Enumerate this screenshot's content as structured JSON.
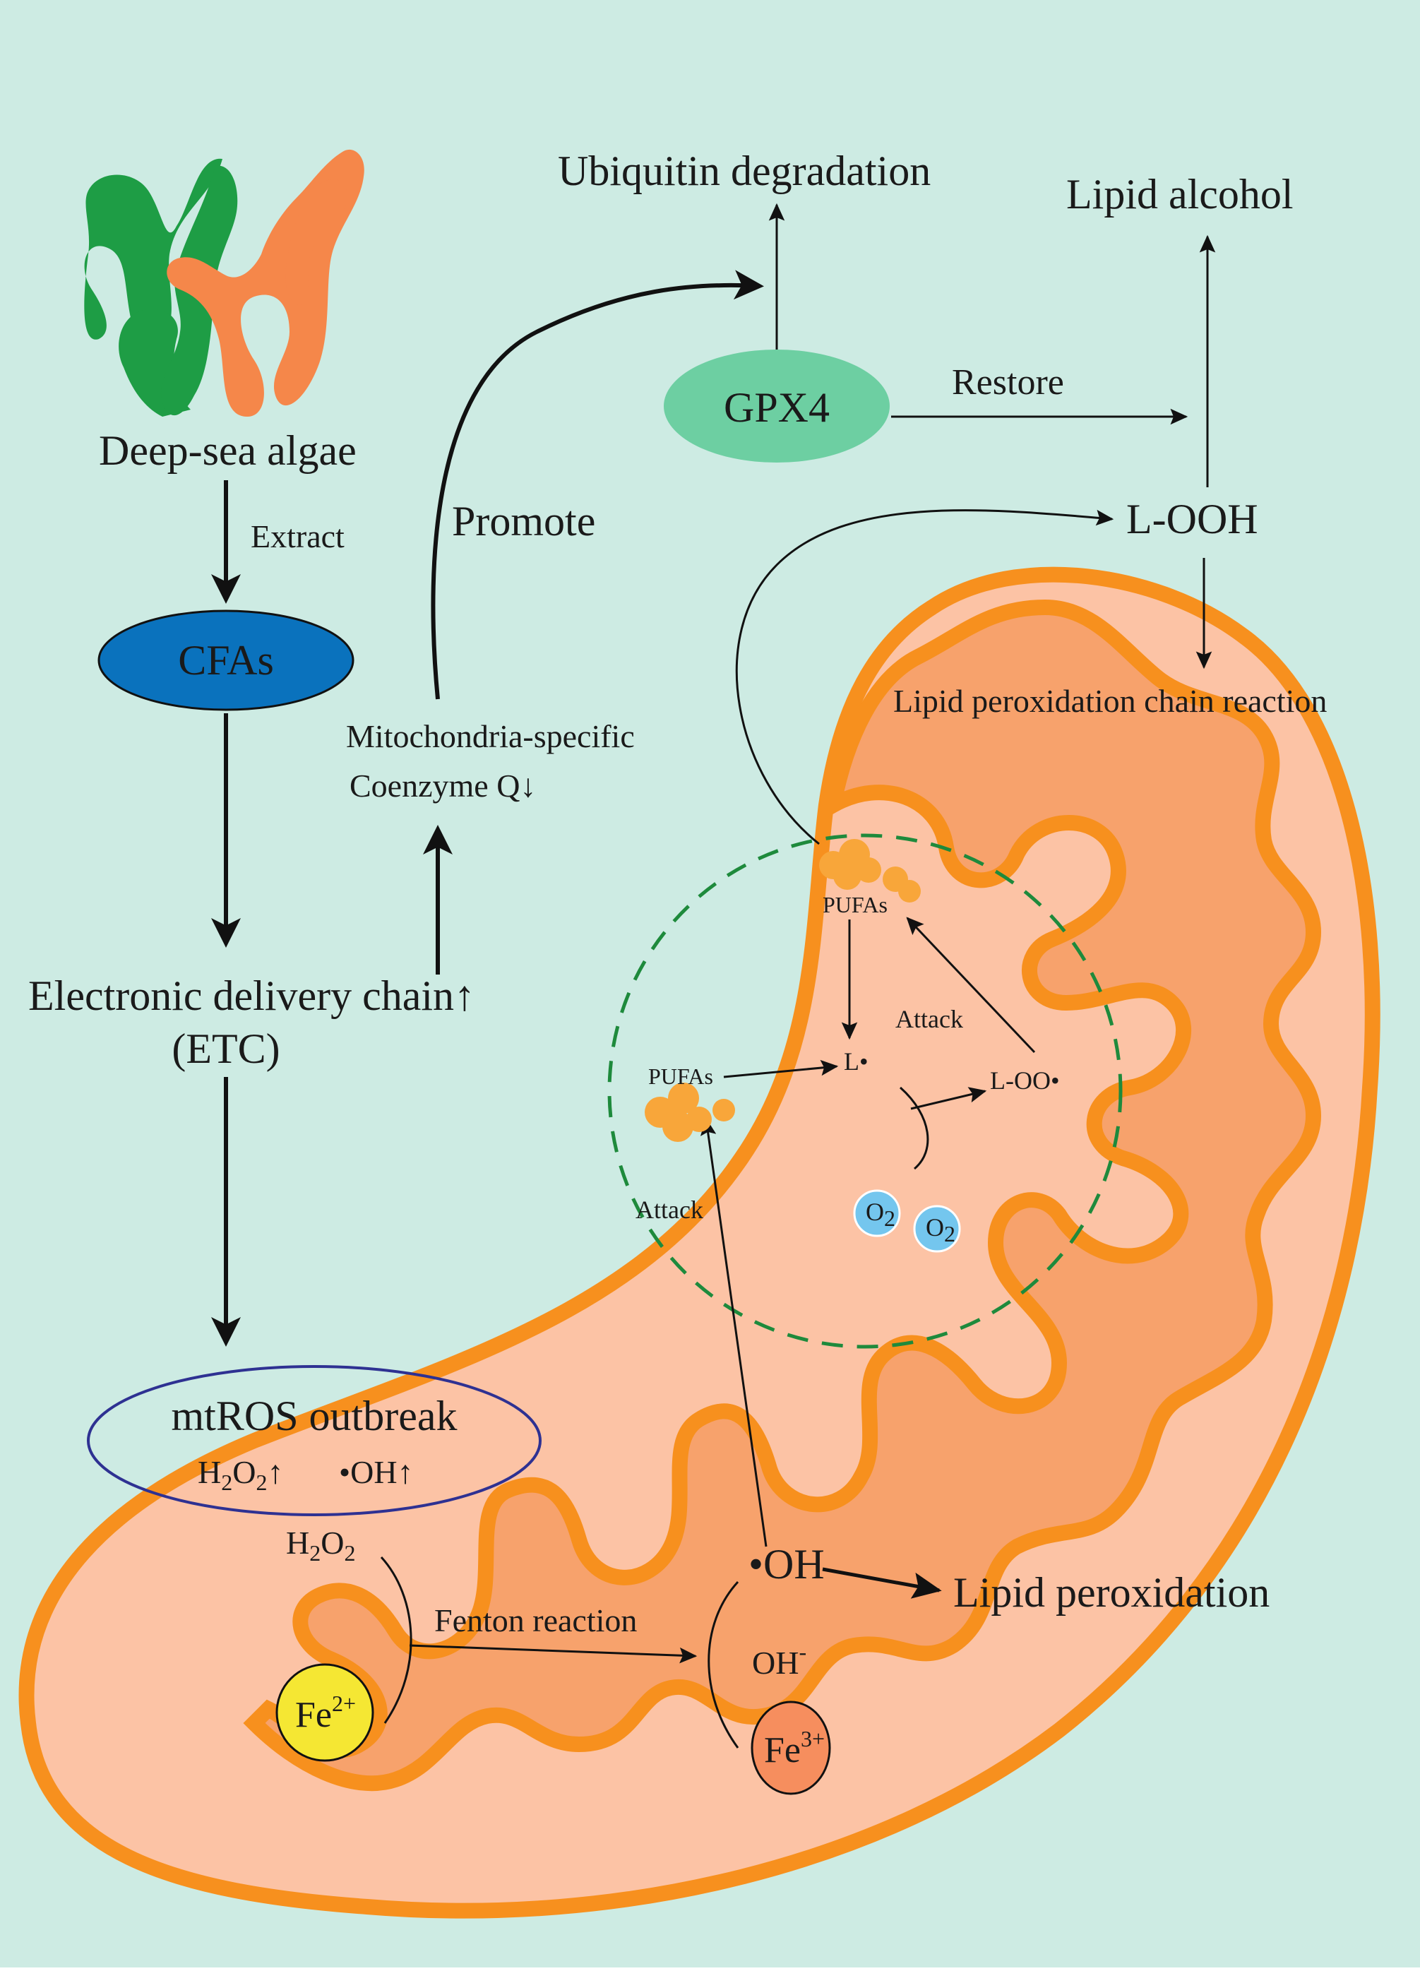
{
  "colors": {
    "background": "#cdebe3",
    "cell_fill": "#fcc3a5",
    "cell_stroke": "#f7901e",
    "cristae_fill": "#f7a26c",
    "algae_green": "#1e9d45",
    "algae_orange": "#f5874a",
    "cfas_fill": "#0a72bd",
    "gpx4_fill": "#6dcfa2",
    "mtros_ellipse": "#2e3192",
    "dashed_circle": "#1e8a3c",
    "fe2_fill": "#f5e733",
    "fe3_fill": "#f68e5e",
    "o2_fill": "#74c6ee",
    "pufa_fill": "#f8a63a"
  },
  "labels": {
    "deep_sea_algae": "Deep-sea algae",
    "extract": "Extract",
    "cfas": "CFAs",
    "etc_line1": "Electronic delivery chain↑",
    "etc_line2": "(ETC)",
    "mtros_title": "mtROS outbreak",
    "h2o2_up": "↑",
    "oh_up": "•OH↑",
    "h2o2": "",
    "fe2": "Fe",
    "fe2_charge": "2+",
    "fenton": "Fenton reaction",
    "oh_radical": "•OH",
    "oh_minus": "OH",
    "oh_minus_charge": "-",
    "fe3": "Fe",
    "fe3_charge": "3+",
    "lipid_peroxidation": "Lipid peroxidation",
    "mito_coq_line1": "Mitochondria-specific",
    "mito_coq_line2": "Coenzyme Q↓",
    "promote": "Promote",
    "ubiquitin": "Ubiquitin degradation",
    "gpx4": "GPX4",
    "restore": "Restore",
    "lipid_alcohol": "Lipid alcohol",
    "looh": "L-OOH",
    "lipid_chain": "Lipid peroxidation chain reaction",
    "pufas_top": "PUFAs",
    "pufas_left": "PUFAs",
    "l_radical": "L•",
    "loo_radical": "L-OO•",
    "attack_top": "Attack",
    "attack_left": "Attack",
    "o2": "O"
  }
}
